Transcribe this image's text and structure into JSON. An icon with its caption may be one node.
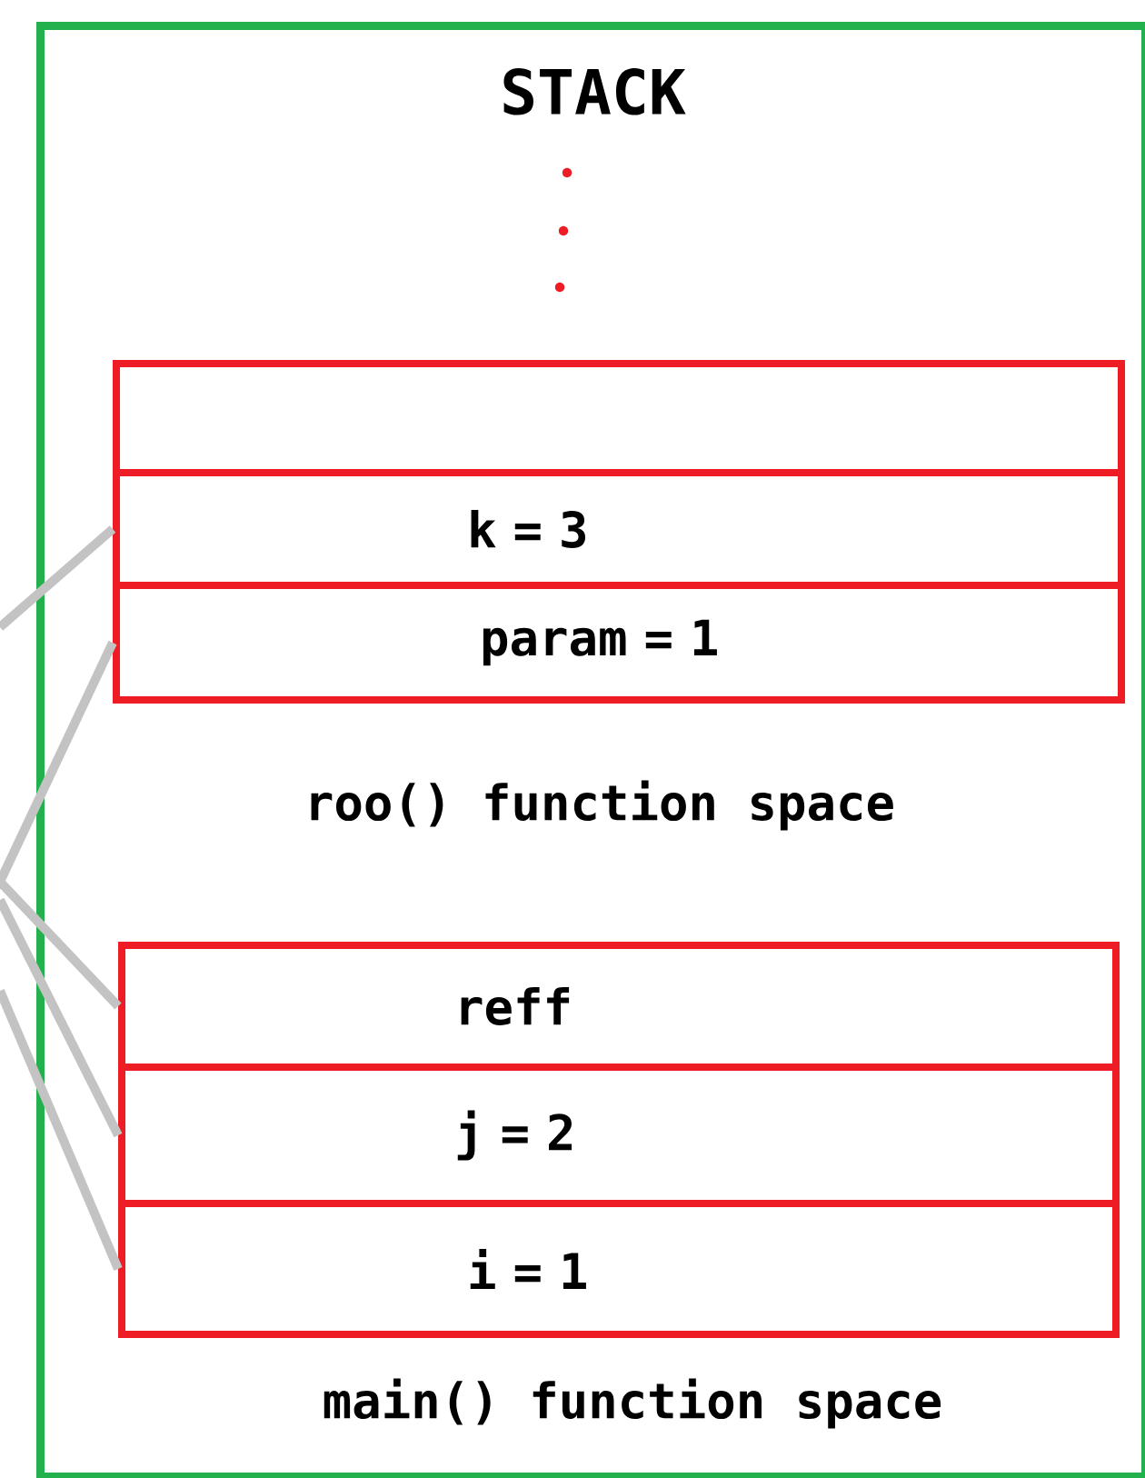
{
  "diagram": {
    "nodes": [
      {
        "text": [
          "STACK"
        ]
      },
      {
        "text": [],
        "shape": "box",
        "in": 0,
        "beside": [
          "roo() function space"
        ]
      },
      {
        "text": [],
        "shape": "box",
        "in": 1
      },
      {
        "text": [
          "k = 3"
        ],
        "in": 1
      },
      {
        "text": [
          "param = 1"
        ],
        "in": 1
      },
      {
        "text": [],
        "shape": "box",
        "in": 0,
        "beside": [
          "main() function space"
        ]
      },
      {
        "text": [
          "reff"
        ],
        "in": 5
      },
      {
        "text": [
          "j = 2"
        ],
        "in": 5
      },
      {
        "text": [
          "i = 1"
        ],
        "in": 5
      }
    ],
    "edges": [
      {
        "from": null,
        "to": 3,
        "arrow": "none"
      },
      {
        "from": null,
        "to": 4,
        "arrow": "none"
      },
      {
        "from": null,
        "to": 6,
        "arrow": "none"
      },
      {
        "from": null,
        "to": 7,
        "arrow": "none"
      },
      {
        "from": null,
        "to": 8,
        "arrow": "none"
      }
    ]
  }
}
